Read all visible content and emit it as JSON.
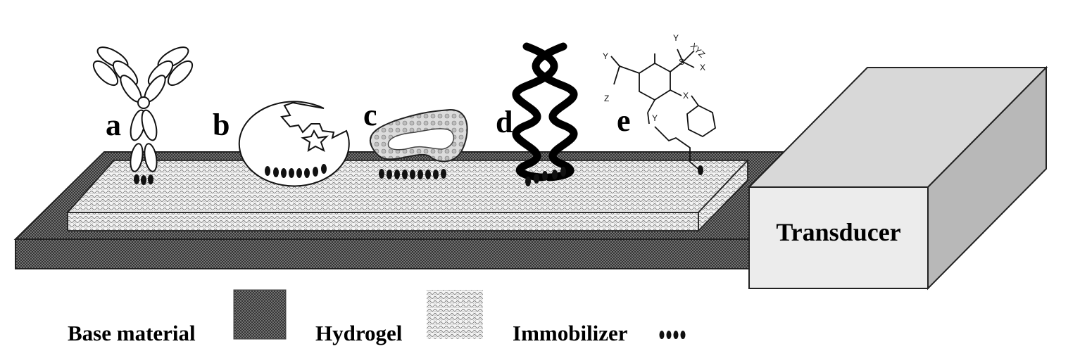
{
  "labels": {
    "a": "a",
    "b": "b",
    "c": "c",
    "d": "d",
    "e": "e",
    "transducer": "Transducer"
  },
  "chem": {
    "x1": "X",
    "x2": "X",
    "y1": "Y",
    "y2": "Y",
    "y3": "Y",
    "z": "Z",
    "xyz": "XYZ",
    "s": "S"
  },
  "legend": {
    "base_material": "Base material",
    "hydrogel": "Hydrogel",
    "immobilizer": "Immobilizer"
  },
  "colors": {
    "base_fill": "#6e6e6e",
    "hydrogel_fill": "#e8e8e8",
    "transducer_front": "#ececec",
    "transducer_top": "#d8d8d8",
    "transducer_side": "#b8b8b8",
    "immobilizer": "#111111"
  }
}
